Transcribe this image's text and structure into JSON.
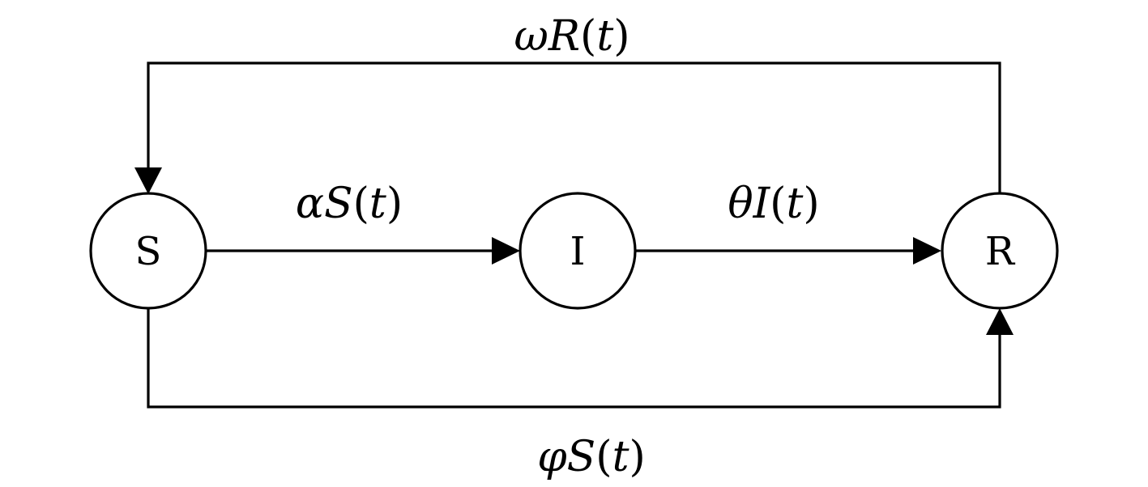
{
  "diagram": {
    "nodes": {
      "s": {
        "label": "S"
      },
      "i": {
        "label": "I"
      },
      "r": {
        "label": "R"
      }
    },
    "edges": {
      "s_to_i": {
        "coef": "α",
        "var": "S",
        "open": "(",
        "arg": "t",
        "close": ")"
      },
      "i_to_r": {
        "coef": "θ",
        "var": "I",
        "open": "(",
        "arg": "t",
        "close": ")"
      },
      "r_to_s": {
        "coef": "ω",
        "var": "R",
        "open": "(",
        "arg": "t",
        "close": ")"
      },
      "s_to_r": {
        "coef": "φ",
        "var": "S",
        "open": "(",
        "arg": "t",
        "close": ")"
      }
    },
    "colors": {
      "stroke": "#000000",
      "background": "#ffffff"
    }
  }
}
